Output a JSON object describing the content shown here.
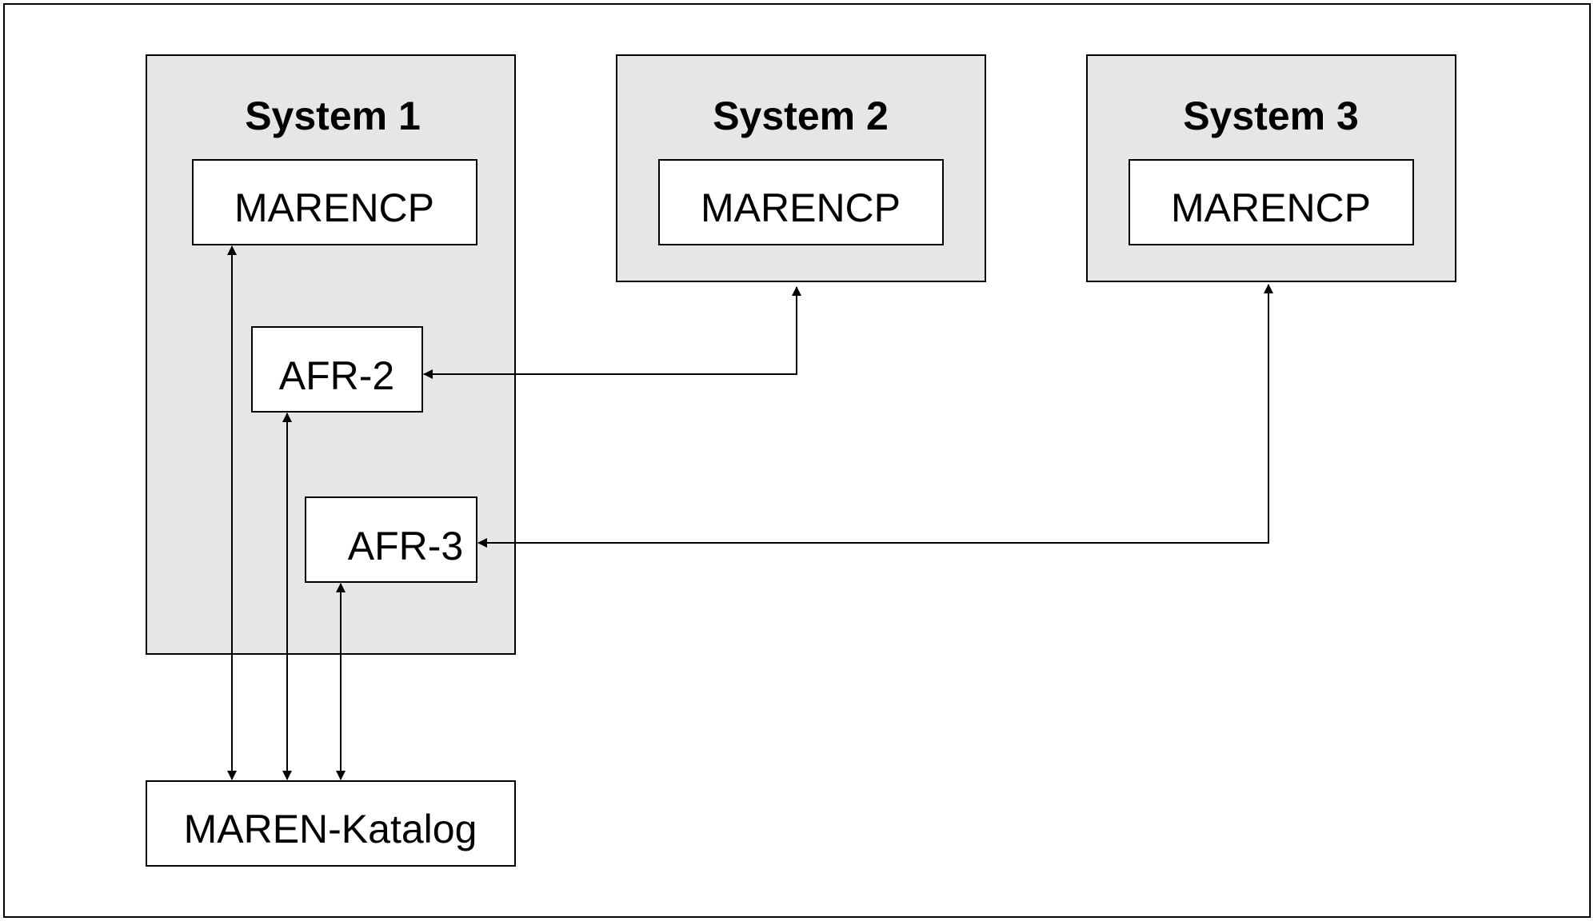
{
  "systems": [
    {
      "title": "System 1",
      "component": "MARENCP"
    },
    {
      "title": "System 2",
      "component": "MARENCP"
    },
    {
      "title": "System 3",
      "component": "MARENCP"
    }
  ],
  "afr2": {
    "label": "AFR-2"
  },
  "afr3": {
    "label": "AFR-3"
  },
  "catalog": {
    "label": "MAREN-Katalog"
  },
  "colors": {
    "system_fill": "#e6e6e6",
    "box_fill": "#ffffff",
    "stroke": "#000000"
  },
  "connections": [
    {
      "from": "AFR-2",
      "to": "System 2",
      "type": "bidirectional"
    },
    {
      "from": "AFR-3",
      "to": "System 3",
      "type": "bidirectional"
    },
    {
      "from": "MARENCP (System 1)",
      "to": "MAREN-Katalog",
      "type": "bidirectional"
    },
    {
      "from": "AFR-2",
      "to": "MAREN-Katalog",
      "type": "bidirectional"
    },
    {
      "from": "AFR-3",
      "to": "MAREN-Katalog",
      "type": "bidirectional"
    }
  ]
}
